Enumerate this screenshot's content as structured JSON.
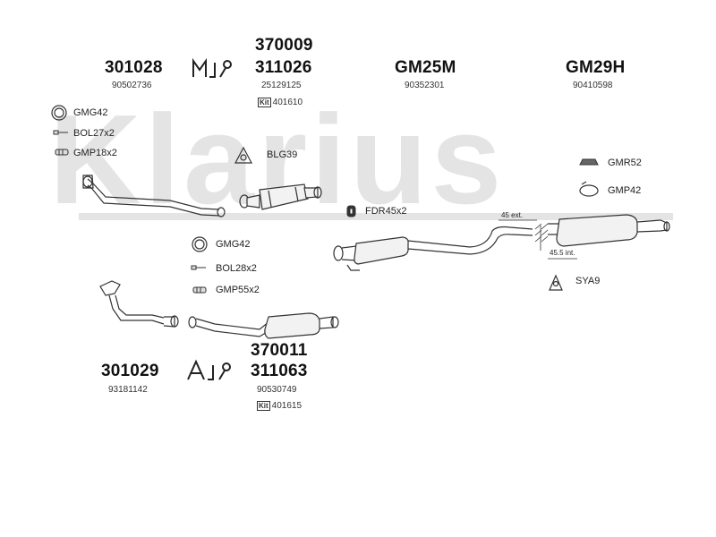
{
  "watermark": "Klarius",
  "top_row": {
    "part_301028": {
      "code": "301028",
      "oe": "90502736"
    },
    "part_311026": {
      "code_a": "370009",
      "code_b": "311026",
      "oe": "25129125",
      "kit": "401610",
      "kit_tag": "Kit"
    },
    "part_gm25m": {
      "code": "GM25M",
      "oe": "90352301"
    },
    "part_gm29h": {
      "code": "GM29H",
      "oe": "90410598"
    }
  },
  "bottom_row": {
    "part_301029": {
      "code": "301029",
      "oe": "93181142"
    },
    "part_311063": {
      "code_a": "370011",
      "code_b": "311063",
      "oe": "90530749",
      "kit": "401615",
      "kit_tag": "Kit"
    }
  },
  "fitting_labels": {
    "gmg42_top": "GMG42",
    "bol27": "BOL27x2",
    "gmp18": "GMP18x2",
    "blg39": "BLG39",
    "fdr45": "FDR45x2",
    "gmr52": "GMR52",
    "gmp42": "GMP42",
    "sya9": "SYA9",
    "gmg42_bottom": "GMG42",
    "bol28": "BOL28x2",
    "gmp55": "GMP55x2"
  },
  "dimensions": {
    "ext": "45 ext.",
    "int": "45.5 int."
  },
  "icons": {
    "engine_m": "engine-m-icon",
    "engine_a": "engine-a-icon",
    "gasket_ring": "gasket-ring-icon",
    "bolt": "bolt-icon",
    "clamp": "clamp-icon",
    "bracket": "bracket-icon",
    "rubber_mount": "rubber-mount-icon",
    "kit": "kit-icon"
  }
}
